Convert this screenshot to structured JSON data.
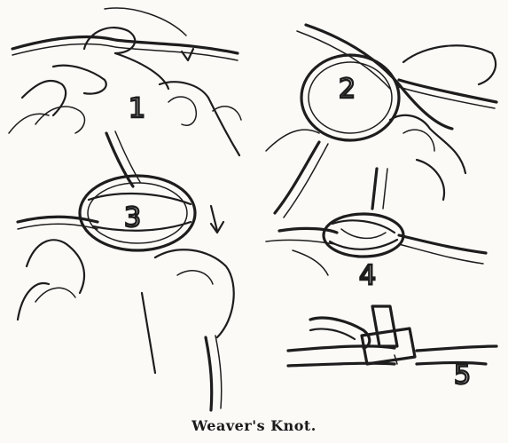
{
  "caption": "Weaver's Knot.",
  "steps": [
    {
      "label": "1"
    },
    {
      "label": "2"
    },
    {
      "label": "3"
    },
    {
      "label": "4"
    },
    {
      "label": "5"
    }
  ]
}
